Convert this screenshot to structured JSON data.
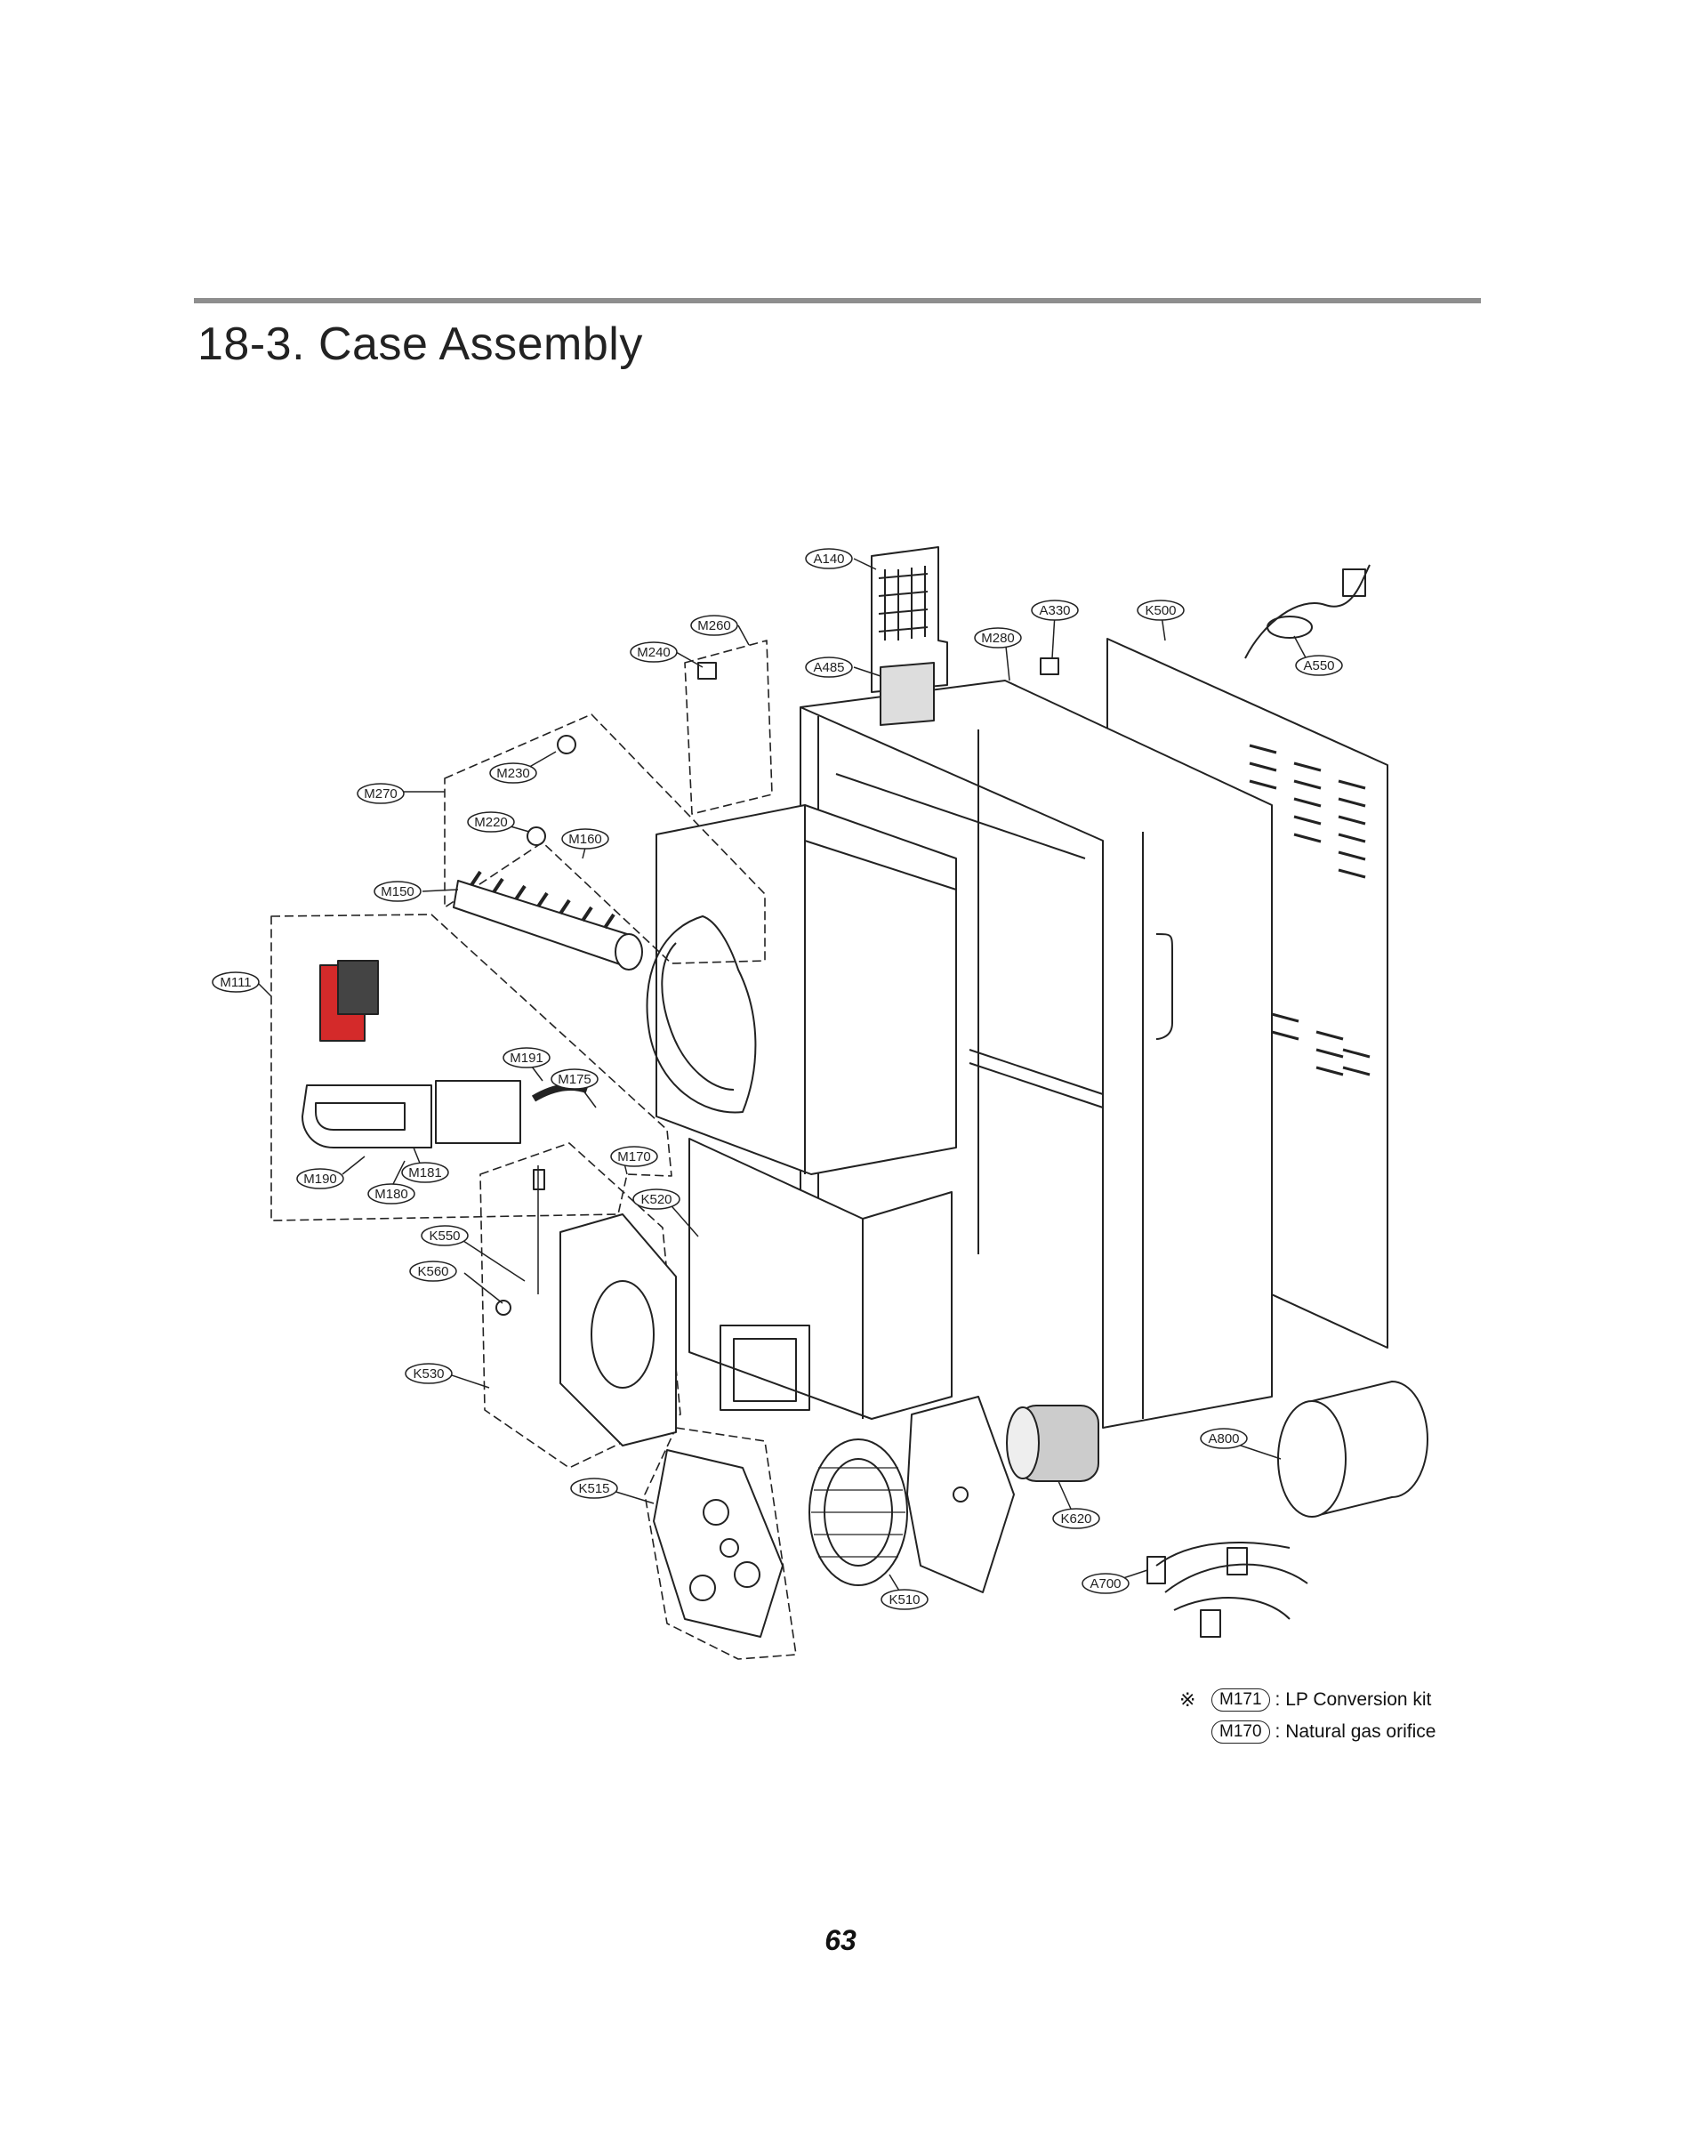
{
  "header": {
    "title": "18-3. Case Assembly"
  },
  "callouts": [
    {
      "code": "A140"
    },
    {
      "code": "M260"
    },
    {
      "code": "M240"
    },
    {
      "code": "A485"
    },
    {
      "code": "M280"
    },
    {
      "code": "A330"
    },
    {
      "code": "K500"
    },
    {
      "code": "A550"
    },
    {
      "code": "M270"
    },
    {
      "code": "M230"
    },
    {
      "code": "M220"
    },
    {
      "code": "M160"
    },
    {
      "code": "M150"
    },
    {
      "code": "M111"
    },
    {
      "code": "M191"
    },
    {
      "code": "M175"
    },
    {
      "code": "M170"
    },
    {
      "code": "M190"
    },
    {
      "code": "M181"
    },
    {
      "code": "M180"
    },
    {
      "code": "K520"
    },
    {
      "code": "K550"
    },
    {
      "code": "K560"
    },
    {
      "code": "K530"
    },
    {
      "code": "K515"
    },
    {
      "code": "K510"
    },
    {
      "code": "K620"
    },
    {
      "code": "A800"
    },
    {
      "code": "A700"
    }
  ],
  "legend": [
    {
      "mark": "※",
      "code": "M171",
      "desc": ": LP Conversion kit"
    },
    {
      "mark": "",
      "code": "M170",
      "desc": ": Natural gas orifice"
    }
  ],
  "footer": {
    "page_number": "63"
  },
  "colors": {
    "rule": "#8e8e8e",
    "line": "#222222",
    "accent_part": "#d42a2a"
  }
}
